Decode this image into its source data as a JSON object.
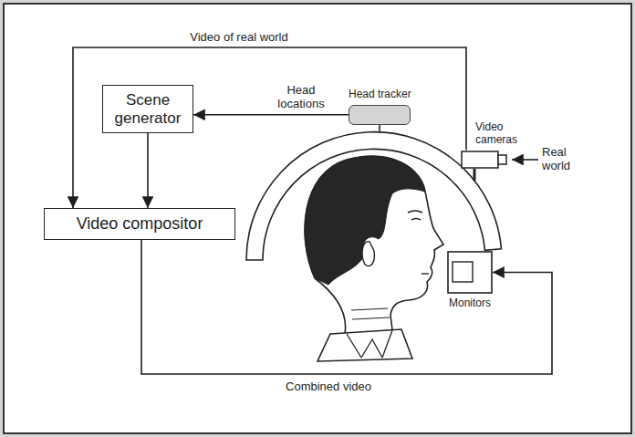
{
  "diagram": {
    "nodes": [
      {
        "text": [
          "Scene generator"
        ]
      },
      {
        "text": [
          "Head tracker"
        ]
      },
      {
        "text": [
          "Video cameras"
        ]
      },
      {
        "text": [
          "Video compositor"
        ]
      },
      {
        "text": [
          "Monitors"
        ]
      }
    ],
    "edges": [
      {
        "from": 2,
        "to": 3,
        "arrow": "to",
        "label": "Video of real world"
      },
      {
        "from": 1,
        "to": 0,
        "arrow": "to",
        "label": "Head locations"
      },
      {
        "from": 0,
        "to": 3,
        "arrow": "to"
      },
      {
        "from": 3,
        "to": 4,
        "arrow": "to",
        "label": "Combined video"
      }
    ],
    "labels": [
      "Real world"
    ]
  }
}
